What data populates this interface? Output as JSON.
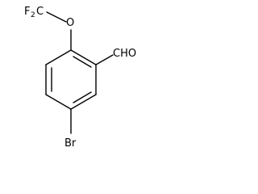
{
  "molecule": {
    "labels": {
      "difluoromethyl_f": "F",
      "difluoromethyl_sub": "2",
      "difluoromethyl_c": "C",
      "ether_o": "O",
      "aldehyde": "CHO",
      "bromo": "Br"
    },
    "colors": {
      "ink": "#000000",
      "background": "#ffffff"
    }
  }
}
